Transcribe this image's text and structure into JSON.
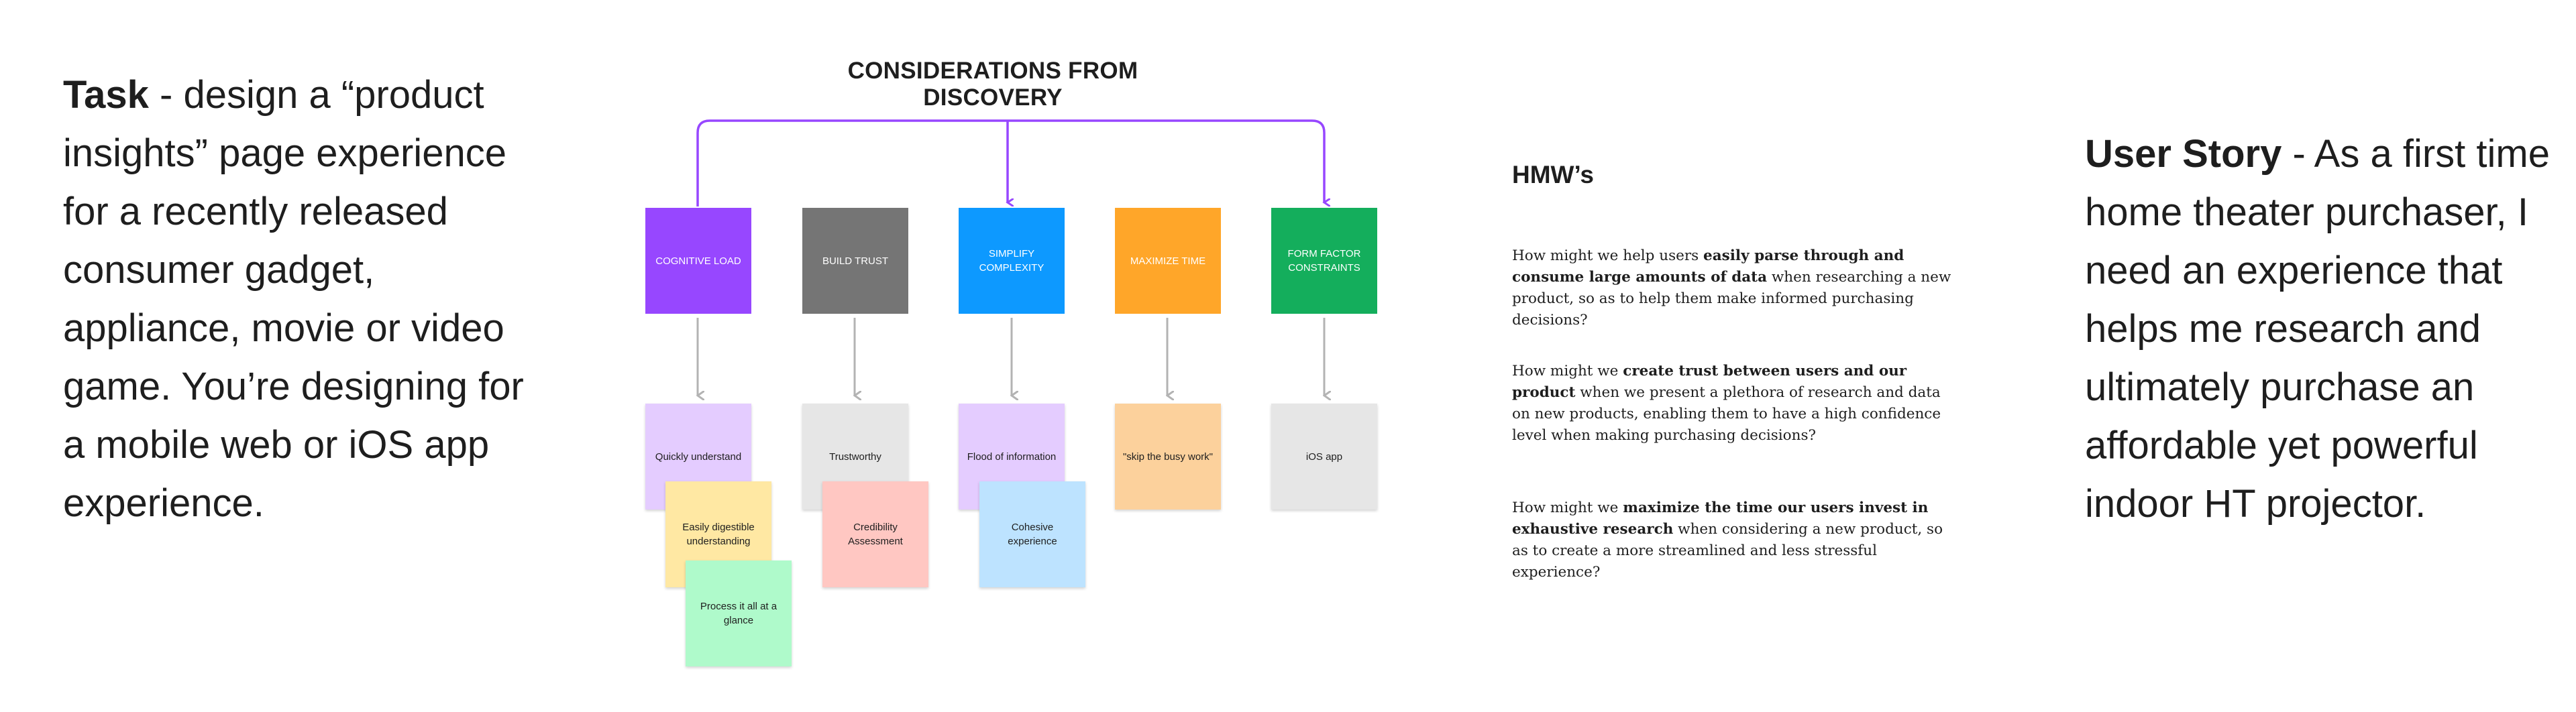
{
  "task": {
    "label": "Task",
    "text": " - design a “product insights” page experience for a recently released consumer gadget, appliance, movie or video game. You’re designing for a mobile web or iOS app experience."
  },
  "diagram": {
    "title": "CONSIDERATIONS FROM DISCOVERY",
    "categories": [
      {
        "label": "COGNITIVE LOAD",
        "color": "#9747ff"
      },
      {
        "label": "BUILD TRUST",
        "color": "#757575"
      },
      {
        "label": "SIMPLIFY COMPLEXITY",
        "color": "#0d99ff"
      },
      {
        "label": "MAXIMIZE TIME",
        "color": "#ffa629"
      },
      {
        "label": "FORM FACTOR CONSTRAINTS",
        "color": "#14ae5c"
      }
    ],
    "notes": {
      "quickly_understand": {
        "label": "Quickly understand",
        "color": "#e4ccff"
      },
      "easily_digestible": {
        "label": "Easily digestible understanding",
        "color": "#ffe8a3"
      },
      "process_glance": {
        "label": "Process it all at a glance",
        "color": "#affacb"
      },
      "trustworthy": {
        "label": "Trustworthy",
        "color": "#e6e6e6"
      },
      "credibility": {
        "label": "Credibility Assessment",
        "color": "#ffc7c2"
      },
      "flood": {
        "label": "Flood of information",
        "color": "#e4ccff"
      },
      "cohesive": {
        "label": "Cohesive experience",
        "color": "#bde3ff"
      },
      "skip_busy": {
        "label": "\"skip the busy work\"",
        "color": "#fcd19c"
      },
      "ios_app": {
        "label": "iOS app",
        "color": "#e6e6e6"
      }
    },
    "connector_color": "#9747ff",
    "arrow_color": "#b3b3b3"
  },
  "hmw": {
    "title": "HMW’s",
    "items": [
      {
        "pre": "How might we help users ",
        "bold": "easily parse through and consume large amounts of data",
        "post": " when researching a new product, so as to help them make informed purchasing decisions?"
      },
      {
        "pre": "How might we ",
        "bold": "create trust between users and our product",
        "post": " when we present a plethora of research and data on new products, enabling them to have a high confidence level when making purchasing decisions?"
      },
      {
        "pre": "How might we ",
        "bold": "maximize the time our users invest in exhaustive research",
        "post": " when considering a new product, so as to create a more streamlined and less stressful experience?"
      }
    ]
  },
  "story": {
    "label": "User Story",
    "text": " - As a first time home theater purchaser, I need an experience that helps me research and ultimately purchase an affordable yet powerful indoor HT projector."
  }
}
